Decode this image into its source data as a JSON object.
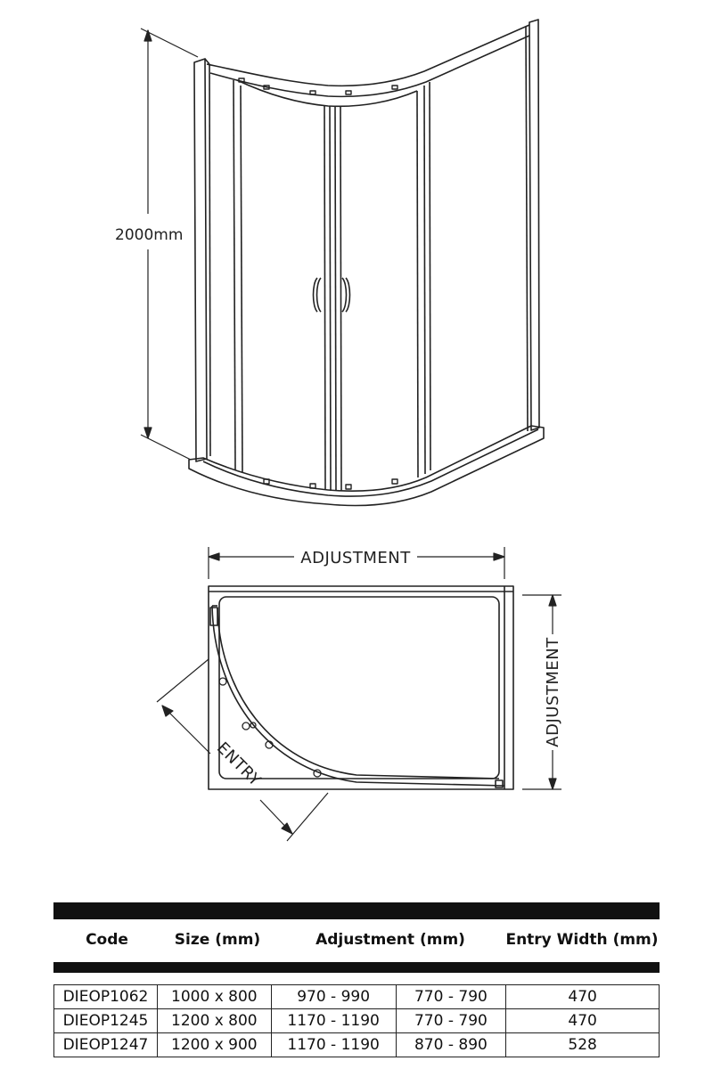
{
  "diagram": {
    "height_label": "2000mm",
    "adjustment_top_label": "ADJUSTMENT",
    "adjustment_side_label": "ADJUSTMENT",
    "entry_label": "ENTRY"
  },
  "spec_table": {
    "headers": {
      "code": "Code",
      "size": "Size (mm)",
      "adjustment": "Adjustment (mm)",
      "entry_width": "Entry Width (mm)"
    },
    "rows": [
      {
        "code": "DIEOP1062",
        "size": "1000 x 800",
        "adj_a": "970 - 990",
        "adj_b": "770 - 790",
        "entry": "470"
      },
      {
        "code": "DIEOP1245",
        "size": "1200 x 800",
        "adj_a": "1170 - 1190",
        "adj_b": "770 - 790",
        "entry": "470"
      },
      {
        "code": "DIEOP1247",
        "size": "1200 x 900",
        "adj_a": "1170 - 1190",
        "adj_b": "870 - 890",
        "entry": "528"
      }
    ]
  }
}
